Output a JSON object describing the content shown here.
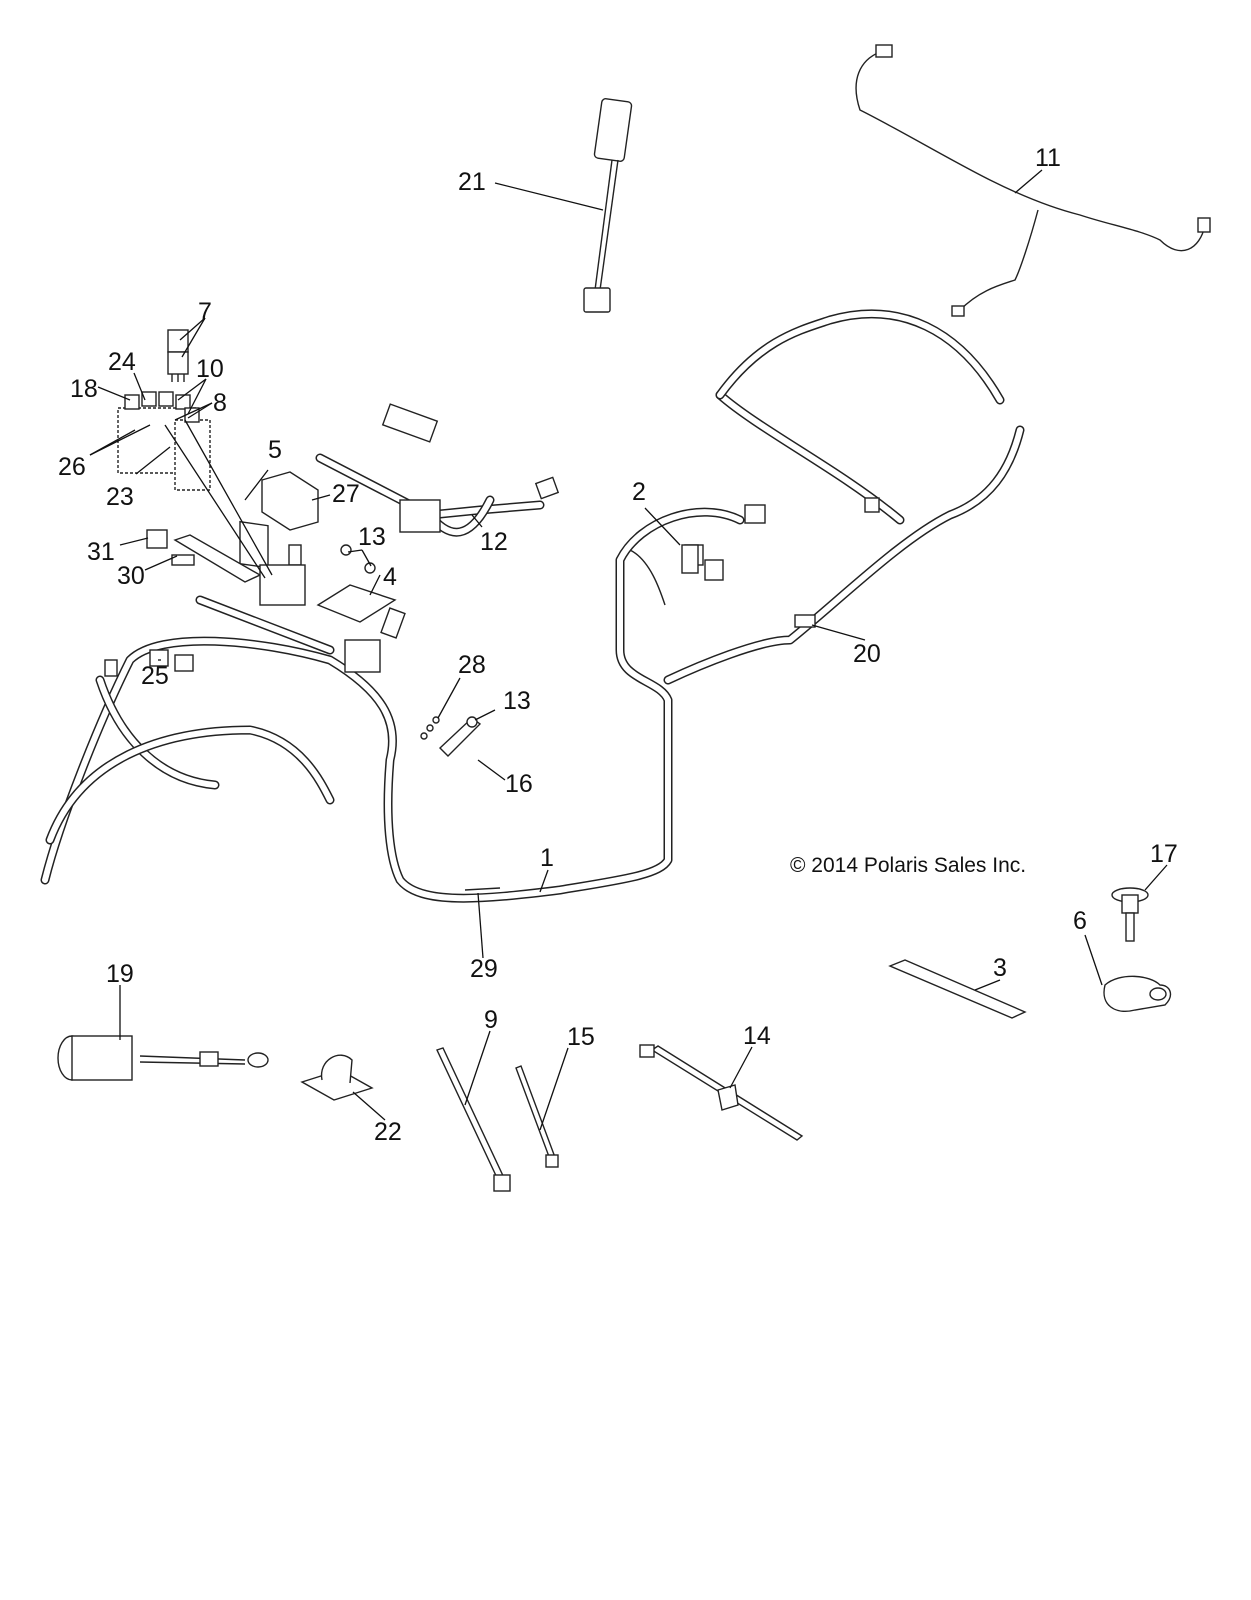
{
  "diagram": {
    "title": "Wiring Harness Exploded View",
    "copyright": "© 2014 Polaris Sales Inc.",
    "callouts": [
      {
        "id": "c1",
        "label": "1"
      },
      {
        "id": "c2",
        "label": "2"
      },
      {
        "id": "c3",
        "label": "3"
      },
      {
        "id": "c4",
        "label": "4"
      },
      {
        "id": "c5",
        "label": "5"
      },
      {
        "id": "c6",
        "label": "6"
      },
      {
        "id": "c7",
        "label": "7"
      },
      {
        "id": "c8",
        "label": "8"
      },
      {
        "id": "c9",
        "label": "9"
      },
      {
        "id": "c10",
        "label": "10"
      },
      {
        "id": "c11",
        "label": "11"
      },
      {
        "id": "c12",
        "label": "12"
      },
      {
        "id": "c13a",
        "label": "13"
      },
      {
        "id": "c13b",
        "label": "13"
      },
      {
        "id": "c14",
        "label": "14"
      },
      {
        "id": "c15",
        "label": "15"
      },
      {
        "id": "c16",
        "label": "16"
      },
      {
        "id": "c17",
        "label": "17"
      },
      {
        "id": "c18",
        "label": "18"
      },
      {
        "id": "c19",
        "label": "19"
      },
      {
        "id": "c20",
        "label": "20"
      },
      {
        "id": "c21",
        "label": "21"
      },
      {
        "id": "c22",
        "label": "22"
      },
      {
        "id": "c23",
        "label": "23"
      },
      {
        "id": "c24",
        "label": "24"
      },
      {
        "id": "c25",
        "label": "25"
      },
      {
        "id": "c26",
        "label": "26"
      },
      {
        "id": "c27",
        "label": "27"
      },
      {
        "id": "c28",
        "label": "28"
      },
      {
        "id": "c29",
        "label": "29"
      },
      {
        "id": "c30",
        "label": "30"
      },
      {
        "id": "c31",
        "label": "31"
      }
    ]
  }
}
